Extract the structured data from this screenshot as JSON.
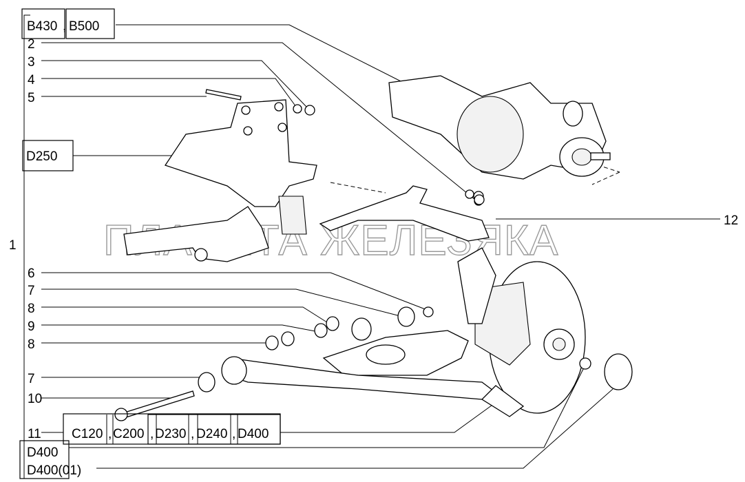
{
  "diagram": {
    "watermark": "ПЛАНЕТА ЖЕЛЕЗЯКА",
    "callouts": {
      "b430": "B430",
      "comma": ",",
      "b500": "B500",
      "n1": "1",
      "n2": "2",
      "n3": "3",
      "n4": "4",
      "n5": "5",
      "d250": "D250",
      "n12": "12",
      "n6": "6",
      "n7a": "7",
      "n8a": "8",
      "n9": "9",
      "n8b": "8",
      "n7b": "7",
      "n10": "10",
      "n11": "11",
      "group11": [
        "C120",
        "C200",
        "D230",
        "D240",
        "D400"
      ],
      "d400": "D400",
      "d400_01": "D400(01)"
    }
  }
}
